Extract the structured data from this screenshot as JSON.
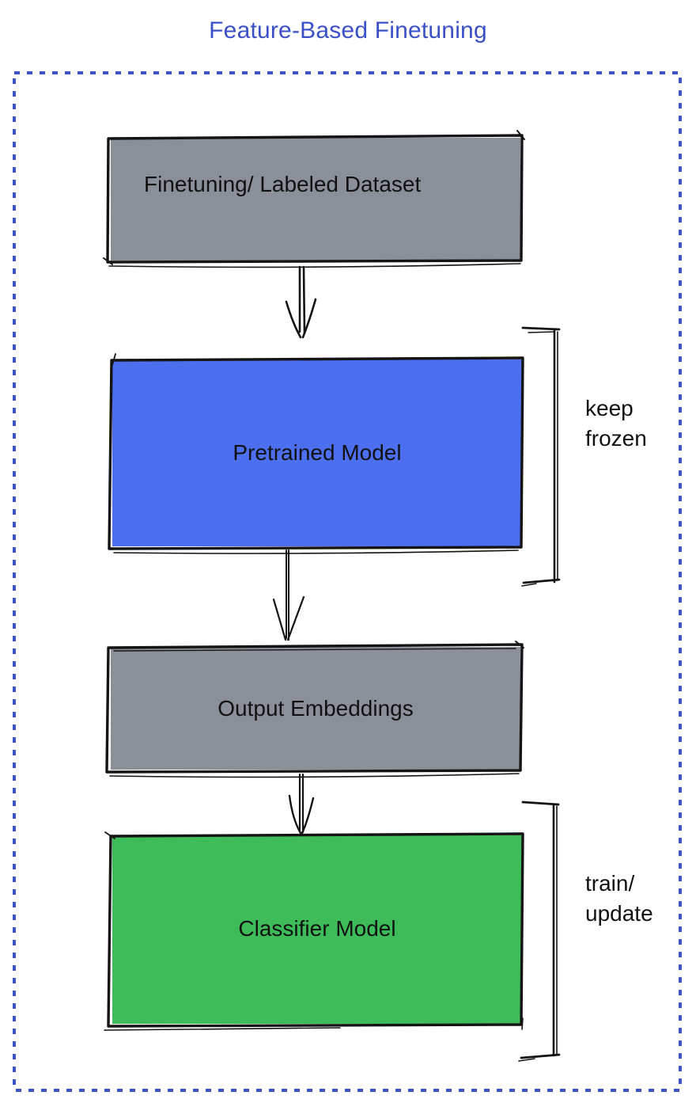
{
  "title": {
    "text": "Feature-Based Finetuning"
  },
  "colors": {
    "title_text": "#3B50C8",
    "dotted_frame": "#3E55C9",
    "node_gray": "#899099",
    "node_blue": "#4C6FF0",
    "node_green": "#3FBC5A",
    "ink": "#141414",
    "label_text": "#111111"
  },
  "nodes": {
    "dataset": {
      "label": "Finetuning/ Labeled Dataset"
    },
    "pretrained": {
      "label": "Pretrained Model"
    },
    "embeddings": {
      "label": "Output Embeddings"
    },
    "classifier": {
      "label": "Classifier Model"
    }
  },
  "annotations": {
    "keep_frozen": {
      "lines": [
        "keep",
        "frozen"
      ]
    },
    "train_update": {
      "lines": [
        "train/",
        "update"
      ]
    }
  }
}
